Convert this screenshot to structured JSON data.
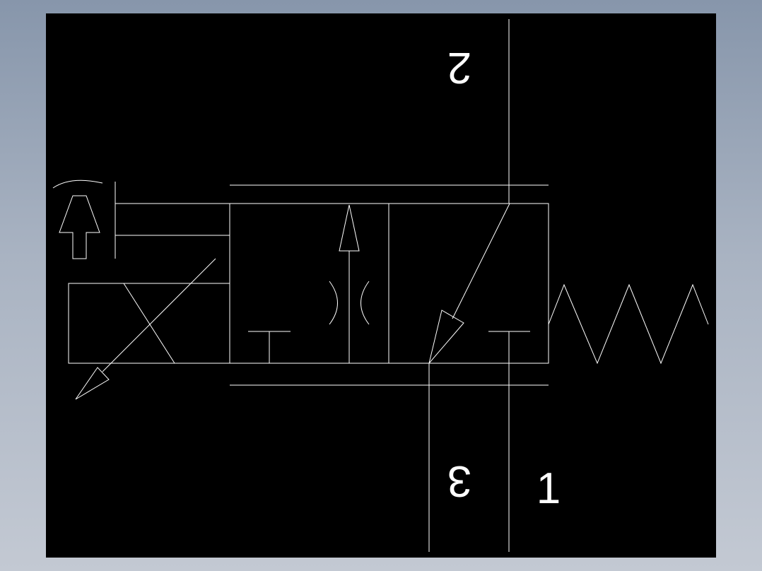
{
  "ports": {
    "port_2": "2",
    "port_3": "3",
    "port_1": "1"
  },
  "colors": {
    "background": "#000000",
    "lines": "#ffffff",
    "frame_gradient_top": "#8796ab",
    "frame_gradient_bottom": "#c3c9d3"
  },
  "icons": [
    "solenoid-actuator-icon",
    "pilot-arrow-icon",
    "spring-return-icon",
    "flow-arrow-icon",
    "restrictor-icon",
    "port-closed-icon"
  ]
}
